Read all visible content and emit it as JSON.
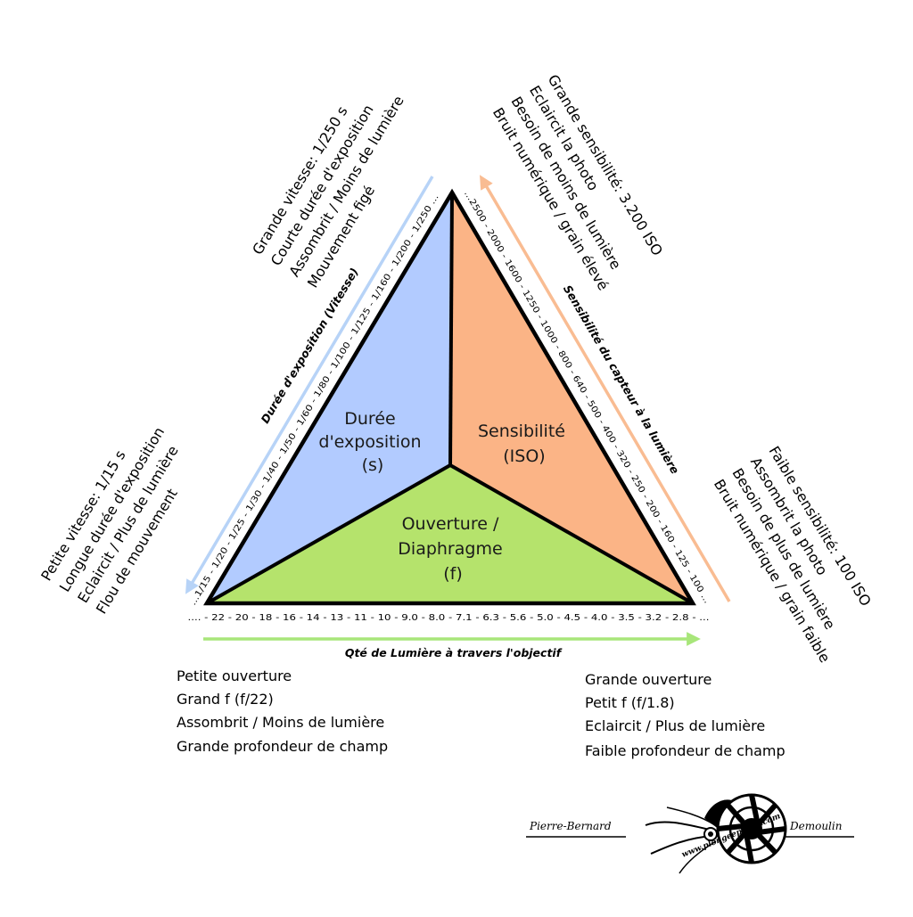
{
  "colors": {
    "shutter": "#b2cbff",
    "iso": "#fbb486",
    "aperture": "#b5e36c",
    "shutter_arrow": "#b7d3f7",
    "iso_arrow": "#f9bc92",
    "aperture_arrow": "#a8e67a",
    "outline": "#000000"
  },
  "zones": {
    "shutter": [
      "Durée",
      "d'exposition",
      "(s)"
    ],
    "iso": [
      "Sensibilité",
      "(ISO)"
    ],
    "aperture": [
      "Ouverture /",
      "Diaphragme",
      "(f)"
    ]
  },
  "scales": {
    "shutter": "...1/15 - 1/20 - 1/25 - 1/30 - 1/40 - 1/50 - 1/60 - 1/80 - 1/100 - 1/125 - 1/160 - 1/200 - 1/250 ...",
    "iso": "...2500 - 2000 - 1600 - 1250 - 1000 - 800 - 640 - 500 - 400 - 320 - 250 - 200 - 160 - 125 - 100 ...",
    "aperture": ".... - 22 - 20 - 18 - 16 - 14 - 13 - 11 - 10 - 9.0 - 8.0 - 7.1 - 6.3 - 5.6 - 5.0 - 4.5 - 4.0 - 3.5 - 3.2 - 2.8 - ..."
  },
  "axis_labels": {
    "shutter": "Durée d'exposition (Vitesse)",
    "iso": "Sensibilité du capteur à la lumière",
    "aperture": "Qté de Lumière à travers l'objectif"
  },
  "notes": {
    "shutter_fast": [
      "Grande vitesse: 1/250 s",
      "Courte durée d'exposition",
      "Assombrit / Moins de lumière",
      "Mouvement figé"
    ],
    "shutter_slow": [
      "Petite vitesse: 1/15 s",
      "Longue durée d'exposition",
      "Eclaircit / Plus de lumière",
      "Flou de mouvement"
    ],
    "iso_high": [
      "Grande sensibilité: 3.200 ISO",
      "Eclaircit la photo",
      "Besoin de moins de lumière",
      "Bruit numérique / grain élevé"
    ],
    "iso_low": [
      "Faible sensibilité: 100 ISO",
      "Assombrit la photo",
      "Besoin de plus de lumière",
      "Bruit numérique / grain faible"
    ],
    "aperture_small": [
      "Petite ouverture",
      "Grand f (f/22)",
      "Assombrit / Moins de lumière",
      "Grande profondeur de champ"
    ],
    "aperture_large": [
      "Grande ouverture",
      "Petit f (f/1.8)",
      "Eclaircit / Plus de lumière",
      "Faible profondeur de champ"
    ]
  },
  "signature": {
    "first_name": "Pierre-Bernard",
    "last_name": "Demoulin",
    "website": "www.plongeephoto.com",
    "logo_icon": "nautilus-shell-icon"
  }
}
